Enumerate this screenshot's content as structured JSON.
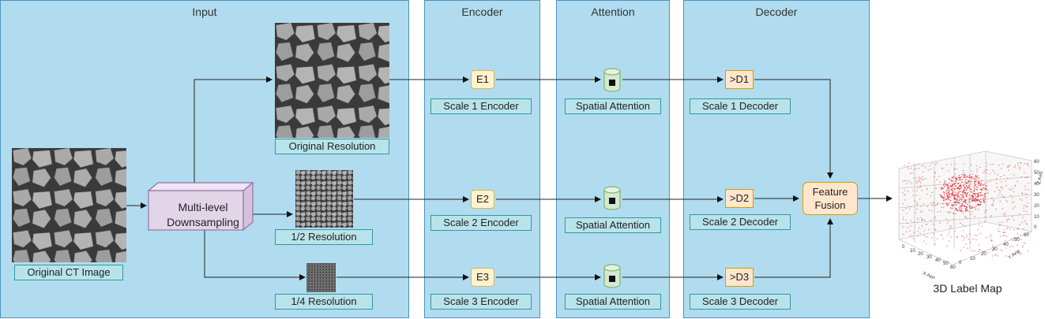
{
  "panels": {
    "input": "Input",
    "encoder": "Encoder",
    "attention": "Attention",
    "decoder": "Decoder"
  },
  "input": {
    "original_ct_label": "Original CT Image",
    "downsampling_label": "Multi-level Downsampling",
    "original_resolution_label": "Original Resolution",
    "half_resolution_label": "1/2 Resolution",
    "quarter_resolution_label": "1/4 Resolution"
  },
  "encoder": {
    "nodes": [
      "E1",
      "E2",
      "E3"
    ],
    "labels": [
      "Scale 1 Encoder",
      "Scale 2 Encoder",
      "Scale 3 Encoder"
    ]
  },
  "attention": {
    "labels": [
      "Spatial Attention",
      "Spatial Attention",
      "Spatial Attention"
    ]
  },
  "decoder": {
    "nodes": [
      ">D1",
      ">D2",
      ">D3"
    ],
    "labels": [
      "Scale 1 Decoder",
      "Scale 2 Decoder",
      "Scale 3 Decoder"
    ]
  },
  "fusion": {
    "label": "Feature Fusion"
  },
  "output": {
    "title": "3D Label Map",
    "axes": {
      "x": "X Axis",
      "y": "Y Axis",
      "z": "Z Axis"
    },
    "x_ticks": [
      "0",
      "10",
      "20",
      "30",
      "40",
      "50",
      "60"
    ],
    "y_ticks": [
      "0",
      "10",
      "20",
      "30",
      "40",
      "50",
      "60"
    ],
    "z_ticks": [
      "0",
      "10",
      "20",
      "30",
      "40",
      "50",
      "60"
    ]
  },
  "colors": {
    "panel_fill": "#b1dcef",
    "panel_border": "#4b93bd",
    "label_fill": "#b9e3ea",
    "label_border": "#2f9a9a",
    "encoder_fill": "#fff2cc",
    "decoder_fill": "#ffe6cc",
    "attention_fill": "#d5e8d4",
    "downsampling_fill": "#e1d5e7",
    "point_color": "#e8202a"
  }
}
